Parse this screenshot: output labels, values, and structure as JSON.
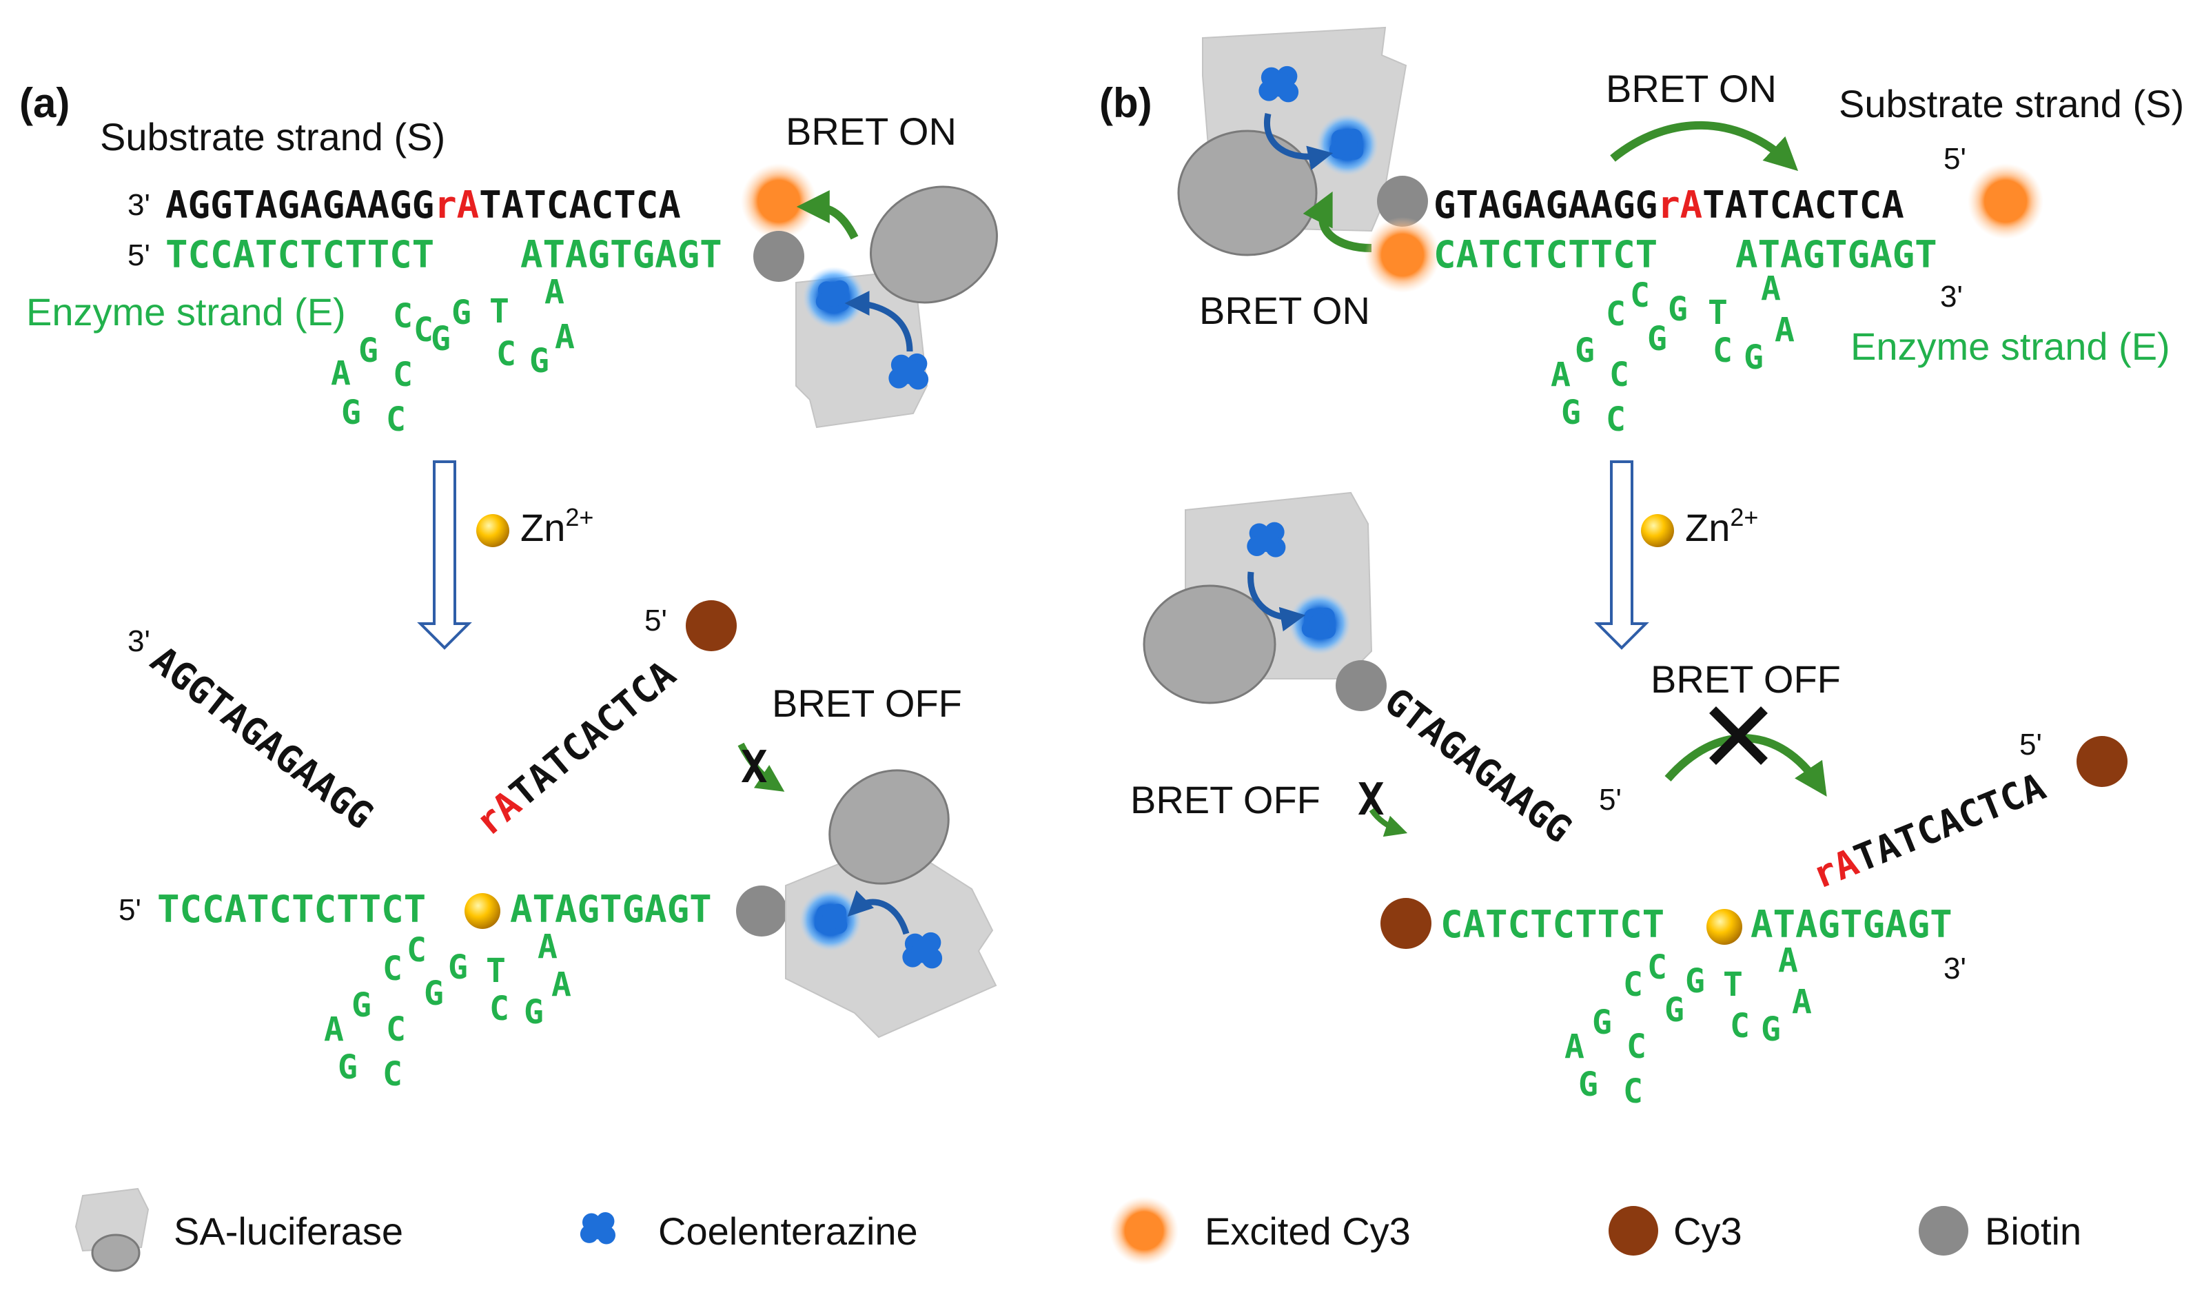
{
  "panels": {
    "a": "(a)",
    "b": "(b)"
  },
  "labels": {
    "substrate": "Substrate strand (S)",
    "enzyme": "Enzyme strand (E)",
    "bret_on": "BRET ON",
    "bret_off": "BRET OFF",
    "zn": "Zn",
    "zn_sup": "2+",
    "x_mark": "X",
    "p3": "3'",
    "p5": "5'"
  },
  "sequences": {
    "a_sub_left": "AGGTAGAGAAGG",
    "ra": "rA",
    "a_sub_right": "TATCACTCA",
    "e_left": "TCCATCTCTTCT",
    "e_right": "ATAGTGAGT",
    "a_cleaved_left": "AGGTAGAGAAGG",
    "cleaved_right": "TATCACTCA",
    "b_sub_left": "GTAGAGAAGG",
    "b_e_left": "CATCTCTTCT",
    "b_cleaved_left": "GTAGAGAAGG"
  },
  "loop": {
    "n": [
      "C",
      "C",
      "G",
      "T",
      "A",
      "G",
      "C",
      "A",
      "A",
      "G",
      "C",
      "G",
      "C"
    ]
  },
  "legend": {
    "sa": "SA-luciferase",
    "coel": "Coelenterazine",
    "excited": "Excited Cy3",
    "cy3": "Cy3",
    "biotin": "Biotin"
  },
  "colors": {
    "black": "#111111",
    "green": "#22b14c",
    "red": "#e82020",
    "orange": "#ff8a2a",
    "brown": "#8b3a10",
    "gray": "#8a8a8a",
    "blue": "#1e6fd9"
  }
}
